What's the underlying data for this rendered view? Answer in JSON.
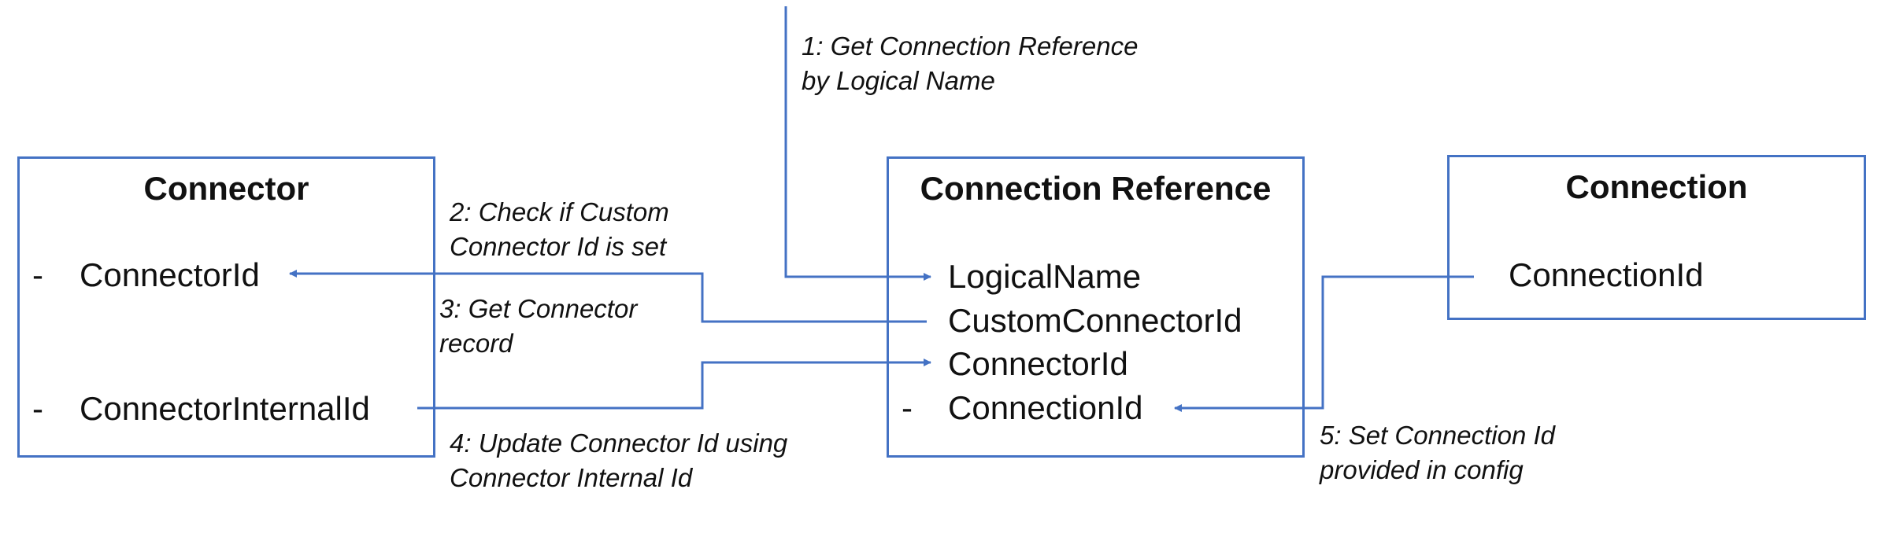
{
  "boxes": {
    "connector": {
      "title": "Connector",
      "fields": [
        "ConnectorId",
        "ConnectorInternalId"
      ],
      "bullet": "-"
    },
    "connection_reference": {
      "title": "Connection Reference",
      "fields": [
        "LogicalName",
        "CustomConnectorId",
        "ConnectorId",
        "ConnectionId"
      ],
      "bullet": "-"
    },
    "connection": {
      "title": "Connection",
      "fields": [
        "ConnectionId"
      ]
    }
  },
  "steps": {
    "step1": {
      "line1": "1: Get Connection Reference",
      "line2": "by Logical Name"
    },
    "step2": {
      "line1": "2: Check if Custom",
      "line2": "Connector Id is set"
    },
    "step3": {
      "line1": "3: Get Connector",
      "line2": "record"
    },
    "step4": {
      "line1": "4: Update Connector Id using",
      "line2": "Connector Internal Id"
    },
    "step5": {
      "line1": "5: Set Connection Id",
      "line2": "provided in config"
    }
  },
  "colors": {
    "line": "#4472C4",
    "text": "#111111"
  }
}
